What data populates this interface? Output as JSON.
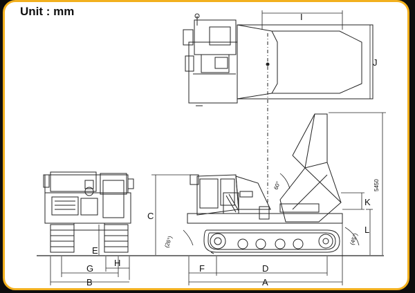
{
  "unit_label": "Unit : mm",
  "dimension_labels": {
    "A": "A",
    "B": "B",
    "C": "C",
    "D": "D",
    "E": "E",
    "F": "F",
    "G": "G",
    "H": "H",
    "I": "I",
    "J": "J",
    "K": "K",
    "L": "L"
  },
  "dimension_values": {
    "height_5450": "5450"
  },
  "angle_labels": {
    "approach": "(26°)",
    "dump": "60°",
    "departure": "(45°)"
  },
  "colors": {
    "frame_border": "#f2b01e",
    "background": "#0d0d0d",
    "line": "#222222"
  }
}
